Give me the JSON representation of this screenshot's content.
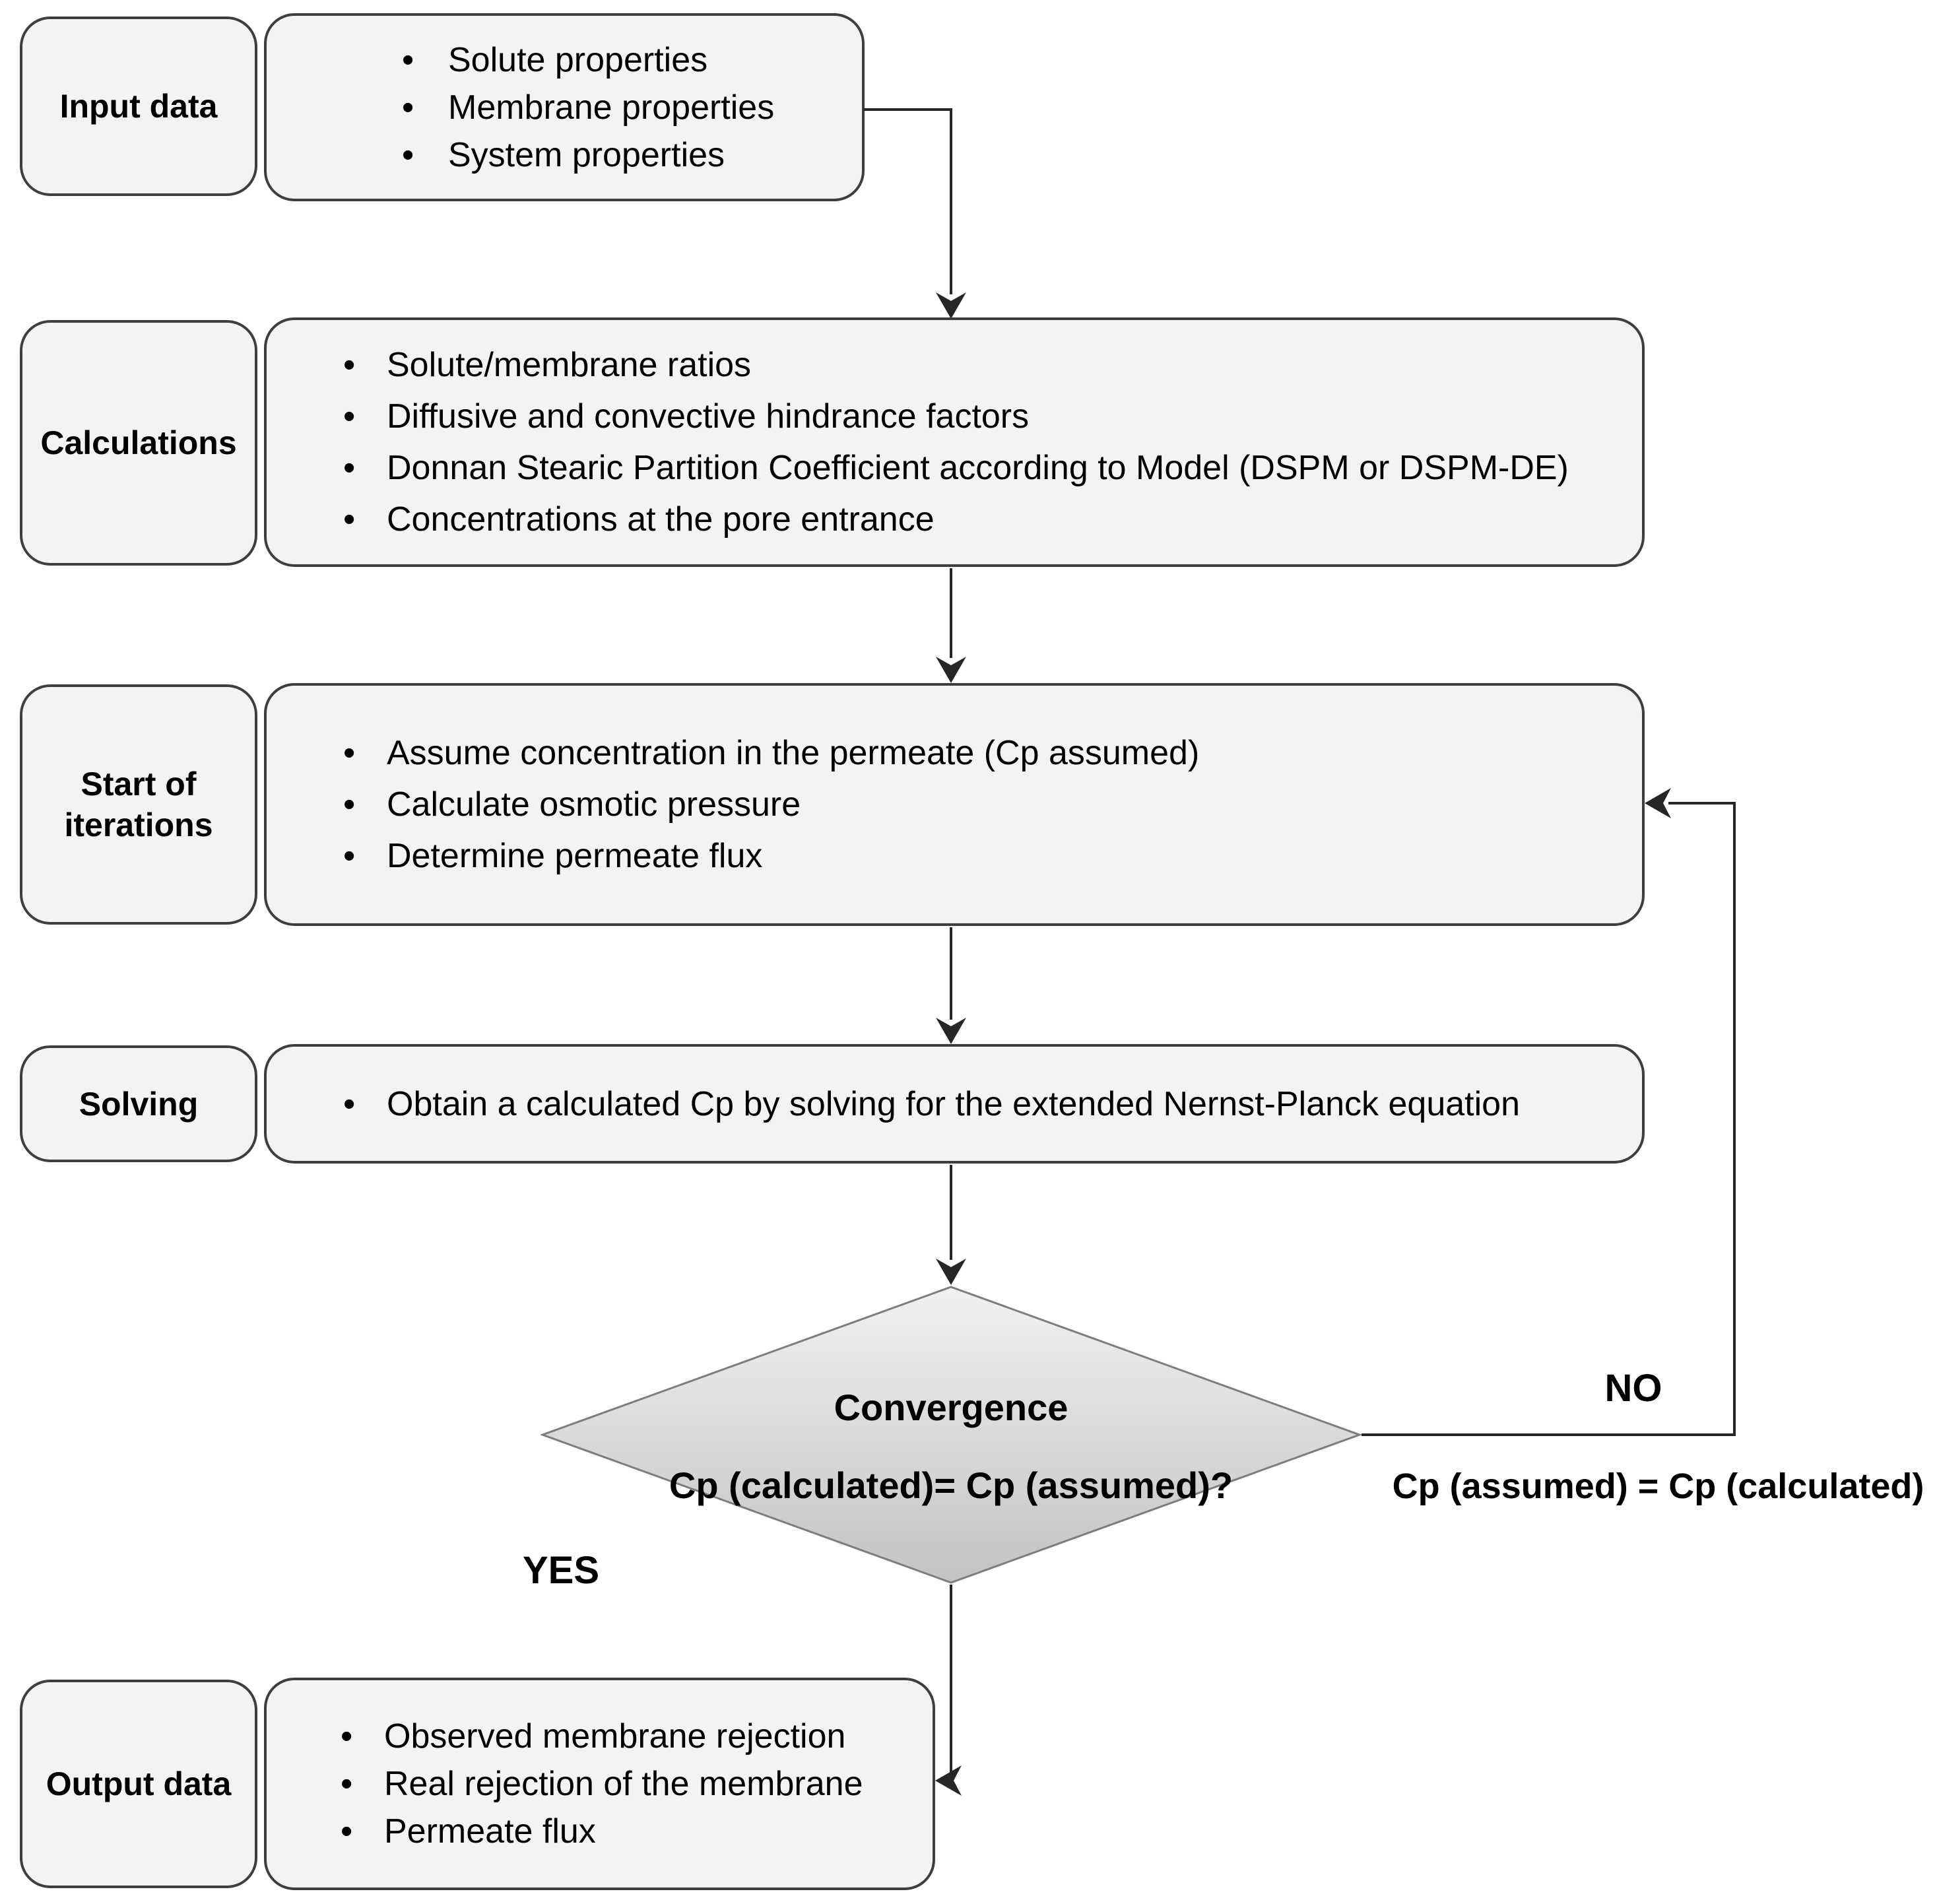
{
  "diagram": {
    "bullet": "•",
    "stages": [
      {
        "label": "Input data",
        "items": [
          "Solute properties",
          "Membrane properties",
          "System properties"
        ]
      },
      {
        "label": "Calculations",
        "items": [
          "Solute/membrane ratios",
          "Diffusive and convective hindrance factors",
          "Donnan Stearic Partition Coefficient according to Model (DSPM or DSPM-DE)",
          "Concentrations at the pore entrance"
        ]
      },
      {
        "label": "Start of iterations",
        "items": [
          "Assume concentration in the permeate (Cp assumed)",
          "Calculate osmotic pressure",
          "Determine permeate flux"
        ]
      },
      {
        "label": "Solving",
        "items": [
          "Obtain a calculated Cp by solving for the extended Nernst-Planck equation"
        ]
      },
      {
        "label": "Output data",
        "items": [
          "Observed membrane rejection",
          "Real rejection of the membrane",
          "Permeate flux"
        ]
      }
    ],
    "decision": {
      "title": "Convergence",
      "question": "Cp (calculated)= Cp (assumed)?",
      "yes_label": "YES",
      "no_label": "NO",
      "loop_action": "Cp (assumed) = Cp (calculated)"
    },
    "colors": {
      "box_fill": "#f3f3f3",
      "box_border": "#3e3e3e",
      "line": "#262626",
      "diamond_border": "#7d7d7d",
      "diamond_top": "#f1f1f1",
      "diamond_bottom": "#c3c3c3"
    }
  }
}
